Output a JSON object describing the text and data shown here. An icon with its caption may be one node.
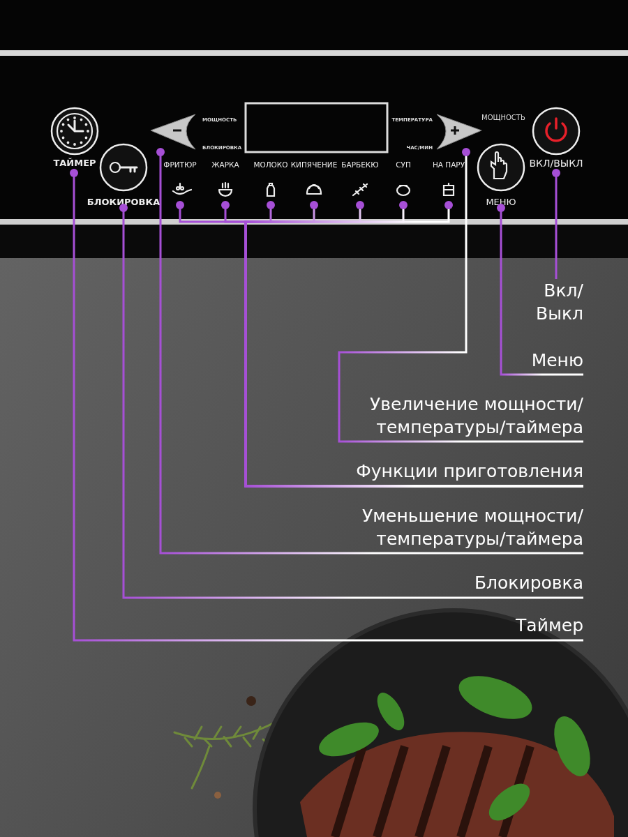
{
  "diagram": {
    "nodes": [
      {
        "text": [
          "ТАЙМЕР"
        ]
      },
      {
        "text": [
          "БЛОКИРОВКА"
        ]
      },
      {
        "text": [],
        "shape": "triangle",
        "beside": [
          "МОЩНОСТЬ",
          "БЛОКИРОВКА"
        ]
      },
      {
        "text": [
          "ФРИТЮР"
        ]
      },
      {
        "text": [
          "ЖАРКА"
        ]
      },
      {
        "text": [
          "МОЛОКО"
        ]
      },
      {
        "text": [
          "КИПЯЧЕНИЕ"
        ]
      },
      {
        "text": [
          "БАРБЕКЮ"
        ]
      },
      {
        "text": [
          "СУП"
        ]
      },
      {
        "text": [
          "НА ПАРУ"
        ]
      },
      {
        "text": [],
        "shape": "triangle",
        "beside": [
          "ТЕМПЕРАТУРА",
          "ЧАС/МИН"
        ]
      },
      {
        "text": [
          "МЕНЮ"
        ]
      },
      {
        "text": [
          "ВКЛ/ВЫКЛ"
        ]
      },
      {
        "text": [
          "Вкл/ Выкл"
        ]
      },
      {
        "text": [
          "Меню"
        ]
      },
      {
        "text": [
          "Увеличение мощности/ температуры/таймера"
        ]
      },
      {
        "text": [
          "Функции приготовления"
        ]
      },
      {
        "text": [
          "Уменьшение мощности/ температуры/таймера"
        ]
      },
      {
        "text": [
          "Блокировка"
        ]
      },
      {
        "text": [
          "Таймер"
        ]
      }
    ],
    "edges": [
      {
        "from": 13,
        "to": 12,
        "arrow": "other"
      },
      {
        "from": 14,
        "to": 11,
        "arrow": "other"
      },
      {
        "from": 15,
        "to": 10,
        "arrow": "other"
      },
      {
        "from": 16,
        "to": 3,
        "arrow": "other"
      },
      {
        "from": 16,
        "to": 4,
        "arrow": "other"
      },
      {
        "from": 16,
        "to": 5,
        "arrow": "other"
      },
      {
        "from": 16,
        "to": 6,
        "arrow": "other"
      },
      {
        "from": 16,
        "to": 7,
        "arrow": "other"
      },
      {
        "from": 16,
        "to": 8,
        "arrow": "other"
      },
      {
        "from": 16,
        "to": 9,
        "arrow": "other"
      },
      {
        "from": 17,
        "to": 2,
        "arrow": "other"
      },
      {
        "from": 18,
        "to": 1,
        "arrow": "other"
      },
      {
        "from": 19,
        "to": 0,
        "arrow": "other"
      }
    ],
    "labels": [
      "МОЩНОСТЬ"
    ]
  }
}
